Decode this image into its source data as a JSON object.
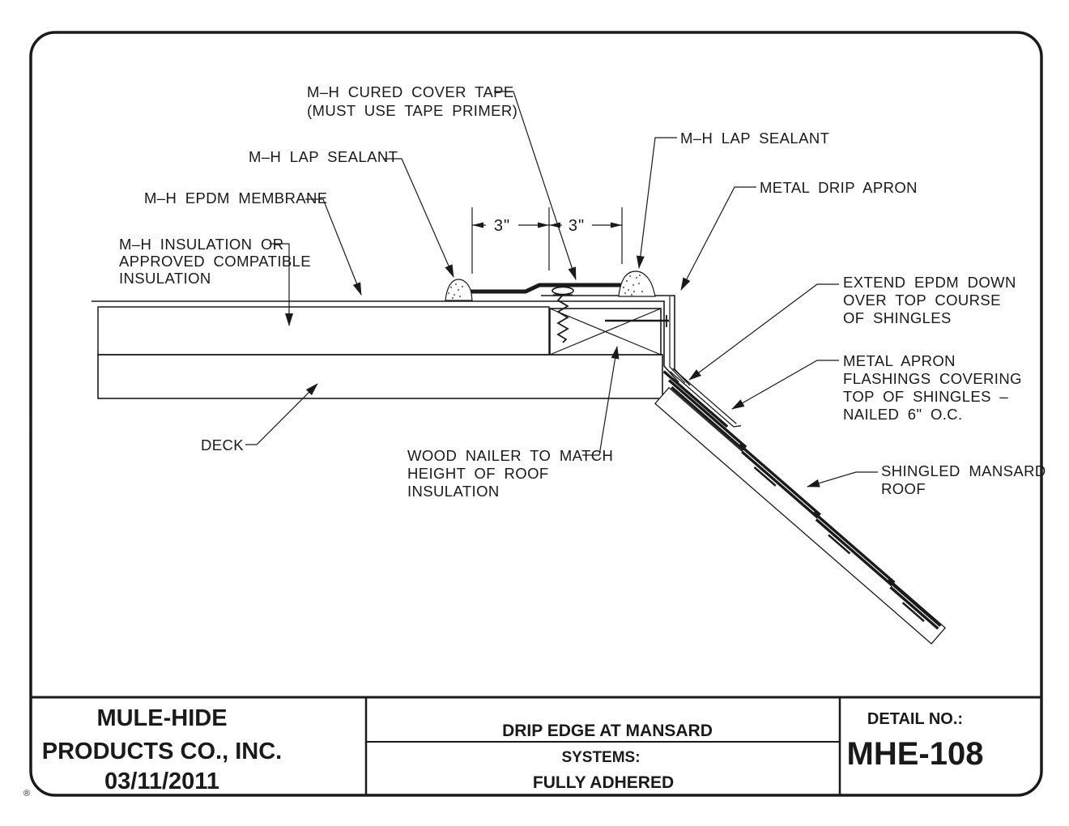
{
  "colors": {
    "ink": "#1a1a1a",
    "paper": "#ffffff"
  },
  "callouts": {
    "cover_tape": {
      "line1": "M–H CURED COVER TAPE",
      "line2": "(MUST USE TAPE PRIMER)"
    },
    "lap_sealant_left": {
      "line1": "M–H LAP SEALANT"
    },
    "epdm_membrane": {
      "line1": "M–H EPDM MEMBRANE"
    },
    "insulation": {
      "line1": "M–H INSULATION OR",
      "line2": "APPROVED COMPATIBLE",
      "line3": "INSULATION"
    },
    "lap_sealant_right": {
      "line1": "M–H LAP SEALANT"
    },
    "metal_drip_apron": {
      "line1": "METAL DRIP APRON"
    },
    "extend_epdm": {
      "line1": "EXTEND EPDM DOWN",
      "line2": "OVER TOP COURSE",
      "line3": "OF SHINGLES"
    },
    "apron_flashings": {
      "line1": "METAL APRON",
      "line2": "FLASHINGS COVERING",
      "line3": "TOP OF SHINGLES –",
      "line4": "NAILED 6\" O.C."
    },
    "shingled_mansard": {
      "line1": "SHINGLED MANSARD",
      "line2": "ROOF"
    },
    "deck": {
      "line1": "DECK"
    },
    "wood_nailer": {
      "line1": "WOOD NAILER TO MATCH",
      "line2": "HEIGHT OF ROOF",
      "line3": "INSULATION"
    }
  },
  "dimensions": {
    "left": "3\"",
    "right": "3\""
  },
  "title_block": {
    "company": {
      "line1": "MULE-HIDE",
      "line2": "PRODUCTS CO., INC.",
      "date": "03/11/2011"
    },
    "title": "DRIP EDGE AT MANSARD",
    "systems_label": "SYSTEMS:",
    "system_type": "FULLY ADHERED",
    "detail_no_label": "DETAIL NO.:",
    "detail_no": "MHE-108"
  },
  "registered_mark": "®"
}
